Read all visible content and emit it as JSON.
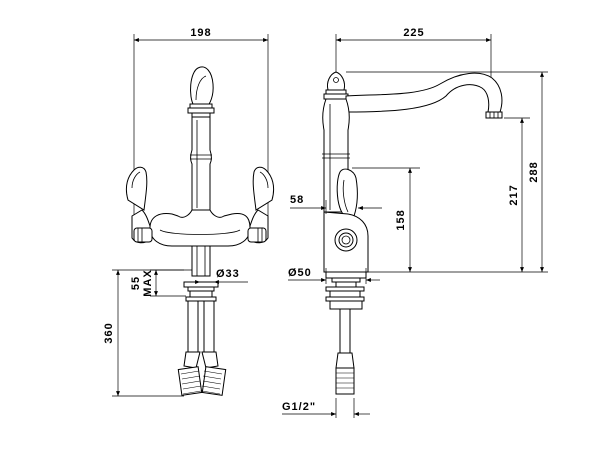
{
  "colors": {
    "line": "#000000",
    "background": "#ffffff"
  },
  "front_view": {
    "width_label": "198",
    "height_label": "360",
    "max_mount_label": "55",
    "max_word": "MAX",
    "hole_diameter_label": "Ø33"
  },
  "side_view": {
    "spout_reach_label": "225",
    "total_height_label": "288",
    "spout_height_label": "217",
    "lever_height_label": "158",
    "lever_offset_label": "58",
    "base_diameter_label": "Ø50",
    "connection_label": "G1/2\""
  }
}
